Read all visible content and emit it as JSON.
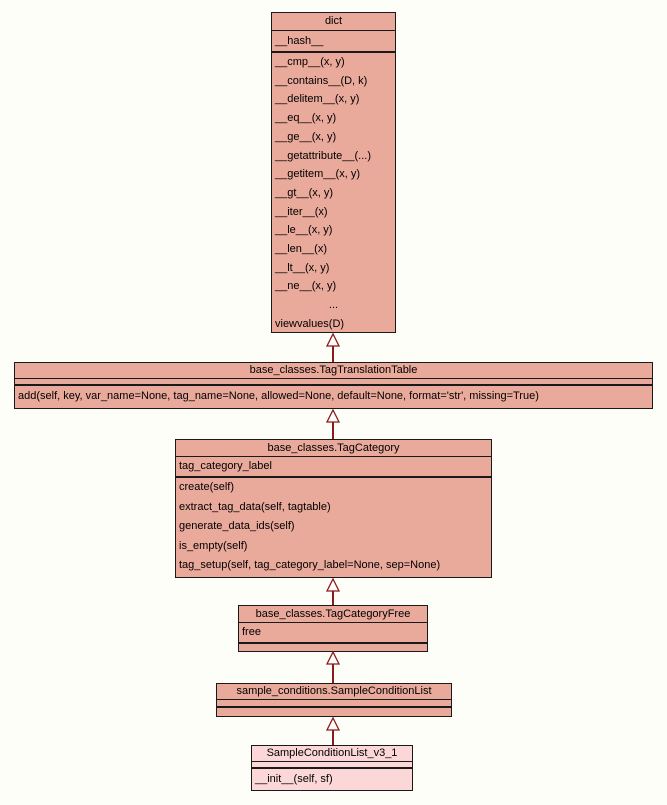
{
  "diagram_type": "uml-class-inheritance",
  "colors": {
    "background": "#fdfef8",
    "class_fill": "#e9a99b",
    "highlight_fill": "#fbd7d8",
    "border": "#1a1a1a",
    "arrow": "#8b1a1a"
  },
  "classes": [
    {
      "title": "dict",
      "attributes": [
        "__hash__"
      ],
      "methods": [
        "__cmp__(x, y)",
        "__contains__(D, k)",
        "__delitem__(x, y)",
        "__eq__(x, y)",
        "__ge__(x, y)",
        "__getattribute__(...)",
        "__getitem__(x, y)",
        "__gt__(x, y)",
        "__iter__(x)",
        "__le__(x, y)",
        "__len__(x)",
        "__lt__(x, y)",
        "__ne__(x, y)",
        "...",
        "viewvalues(D)"
      ]
    },
    {
      "title": "base_classes.TagTranslationTable",
      "attributes": [],
      "methods": [
        "add(self, key, var_name=None, tag_name=None, allowed=None, default=None, format='str', missing=True)"
      ]
    },
    {
      "title": "base_classes.TagCategory",
      "attributes": [
        "tag_category_label"
      ],
      "methods": [
        "create(self)",
        "extract_tag_data(self, tagtable)",
        "generate_data_ids(self)",
        "is_empty(self)",
        "tag_setup(self, tag_category_label=None, sep=None)"
      ]
    },
    {
      "title": "base_classes.TagCategoryFree",
      "attributes": [
        "free"
      ],
      "methods": []
    },
    {
      "title": "sample_conditions.SampleConditionList",
      "attributes": [],
      "methods": []
    },
    {
      "title": "SampleConditionList_v3_1",
      "attributes": [],
      "methods": [
        "__init__(self, sf)"
      ]
    }
  ],
  "inheritance": [
    {
      "child": "base_classes.TagTranslationTable",
      "parent": "dict"
    },
    {
      "child": "base_classes.TagCategory",
      "parent": "base_classes.TagTranslationTable"
    },
    {
      "child": "base_classes.TagCategoryFree",
      "parent": "base_classes.TagCategory"
    },
    {
      "child": "sample_conditions.SampleConditionList",
      "parent": "base_classes.TagCategoryFree"
    },
    {
      "child": "SampleConditionList_v3_1",
      "parent": "sample_conditions.SampleConditionList"
    }
  ]
}
